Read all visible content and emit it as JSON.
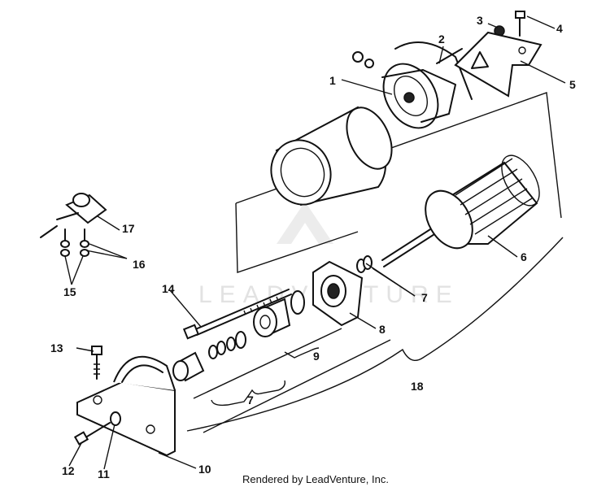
{
  "diagram": {
    "callouts": [
      "1",
      "2",
      "3",
      "4",
      "5",
      "6",
      "7",
      "7",
      "8",
      "9",
      "10",
      "11",
      "12",
      "13",
      "14",
      "15",
      "16",
      "17",
      "18"
    ],
    "watermark_text": "LEADVENTURE",
    "footer": "Rendered by LeadVenture, Inc."
  }
}
